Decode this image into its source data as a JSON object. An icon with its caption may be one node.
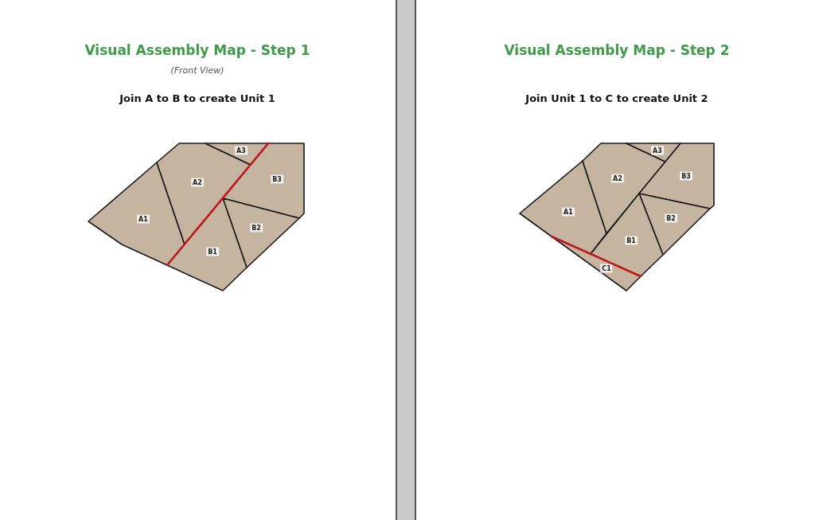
{
  "diagram": {
    "nodes": [
      {
        "text": [
          "A1"
        ]
      },
      {
        "text": [
          "A2"
        ]
      },
      {
        "text": [
          "A3"
        ]
      },
      {
        "text": [
          "B3"
        ]
      },
      {
        "text": [
          "B2"
        ]
      },
      {
        "text": [
          "B1"
        ]
      },
      {
        "text": [
          "A1"
        ]
      },
      {
        "text": [
          "A2"
        ]
      },
      {
        "text": [
          "A3"
        ]
      },
      {
        "text": [
          "B3"
        ]
      },
      {
        "text": [
          "B2"
        ]
      },
      {
        "text": [
          "B1"
        ]
      },
      {
        "text": [
          "C1"
        ]
      }
    ],
    "labels": [
      "Visual Assembly Map - Step 1",
      "(Front View)",
      "Join A to B to create Unit 1",
      "Visual Assembly Map - Step 2",
      "Join Unit 1 to C to create Unit 2"
    ]
  }
}
